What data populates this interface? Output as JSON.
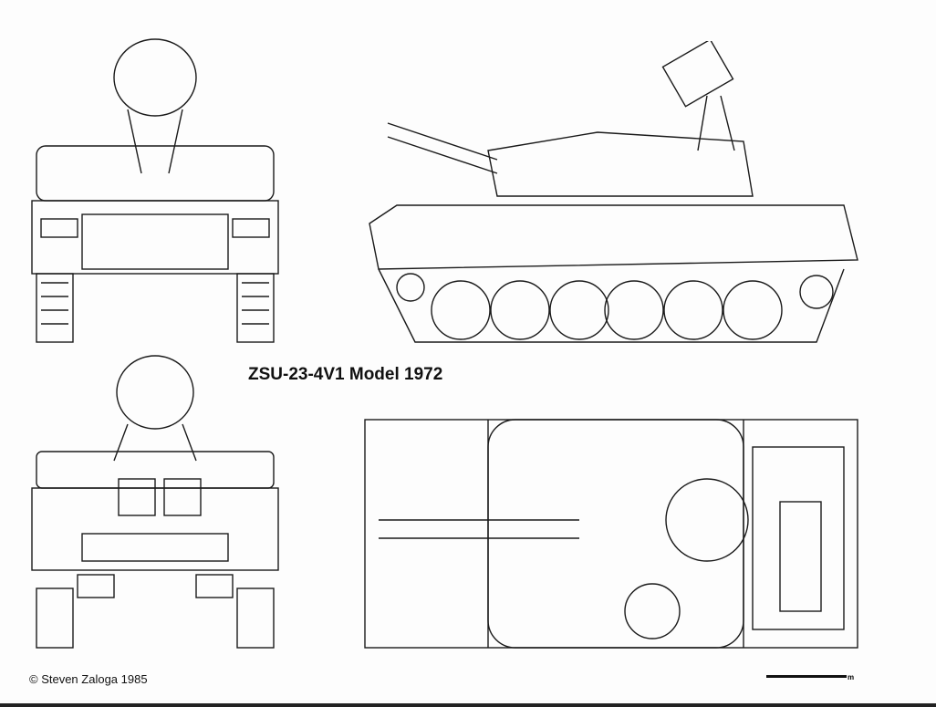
{
  "title": "ZSU-23-4V1 Model 1972",
  "credit": "© Steven Zaloga 1985",
  "scale_unit": "m"
}
